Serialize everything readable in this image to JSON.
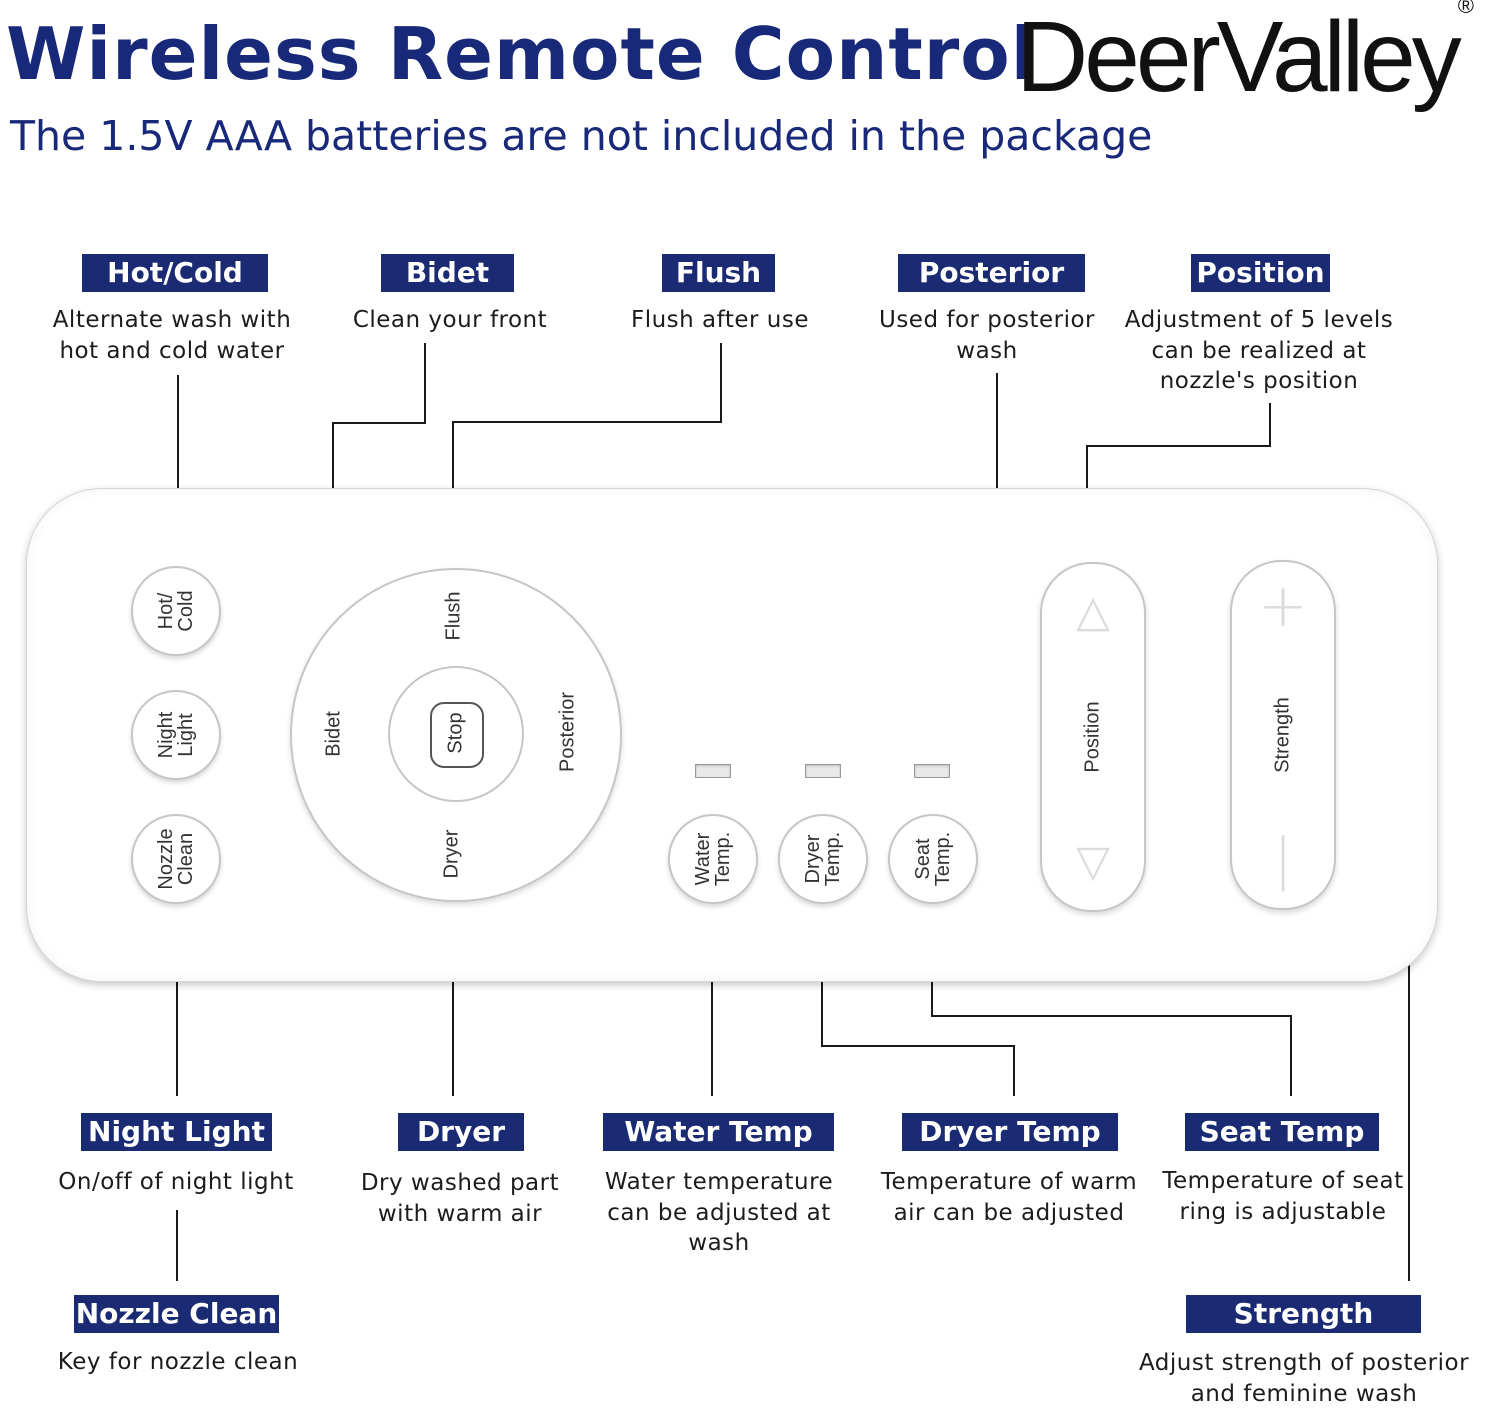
{
  "header": {
    "title": "Wireless Remote Control",
    "subtitle": "The 1.5V AAA batteries are not included in the package",
    "brand": "DeerValley",
    "brand_mark": "®"
  },
  "callouts": {
    "hot_cold": {
      "label": "Hot/Cold",
      "desc": [
        "Alternate wash with",
        "hot and cold water"
      ]
    },
    "bidet": {
      "label": "Bidet",
      "desc": [
        "Clean your front"
      ]
    },
    "flush": {
      "label": "Flush",
      "desc": [
        "Flush after use"
      ]
    },
    "posterior": {
      "label": "Posterior",
      "desc": [
        "Used for posterior",
        "wash"
      ]
    },
    "position": {
      "label": "Position",
      "desc": [
        "Adjustment of 5 levels",
        "can be realized at",
        "nozzle's position"
      ]
    },
    "night_light": {
      "label": "Night Light",
      "desc": [
        "On/off of night light"
      ]
    },
    "dryer": {
      "label": "Dryer",
      "desc": [
        "Dry washed part",
        "with warm air"
      ]
    },
    "water_temp": {
      "label": "Water Temp",
      "desc": [
        "Water temperature",
        "can be adjusted at",
        "wash"
      ]
    },
    "dryer_temp": {
      "label": "Dryer Temp",
      "desc": [
        "Temperature of warm",
        "air can be adjusted"
      ]
    },
    "seat_temp": {
      "label": "Seat Temp",
      "desc": [
        "Temperature of seat",
        "ring is adjustable"
      ]
    },
    "nozzle_clean": {
      "label": "Nozzle Clean",
      "desc": [
        "Key for nozzle clean"
      ]
    },
    "strength": {
      "label": "Strength",
      "desc": [
        "Adjust strength of posterior",
        "and feminine wash"
      ]
    }
  },
  "remote": {
    "hot_cold": [
      "Hot/",
      "Cold"
    ],
    "night_light": [
      "Night",
      "Light"
    ],
    "nozzle": [
      "Nozzle",
      "Clean"
    ],
    "dial": {
      "flush": "Flush",
      "bidet": "Bidet",
      "posterior": "Posterior",
      "dryer": "Dryer",
      "stop": "Stop"
    },
    "water_temp": [
      "Water",
      "Temp."
    ],
    "dryer_temp": [
      "Dryer",
      "Temp."
    ],
    "seat_temp": [
      "Seat",
      "Temp."
    ],
    "position": "Position",
    "strength": "Strength"
  },
  "colors": {
    "accent": "#1a2b74",
    "title": "#18297a",
    "line": "#1a1a1a"
  }
}
